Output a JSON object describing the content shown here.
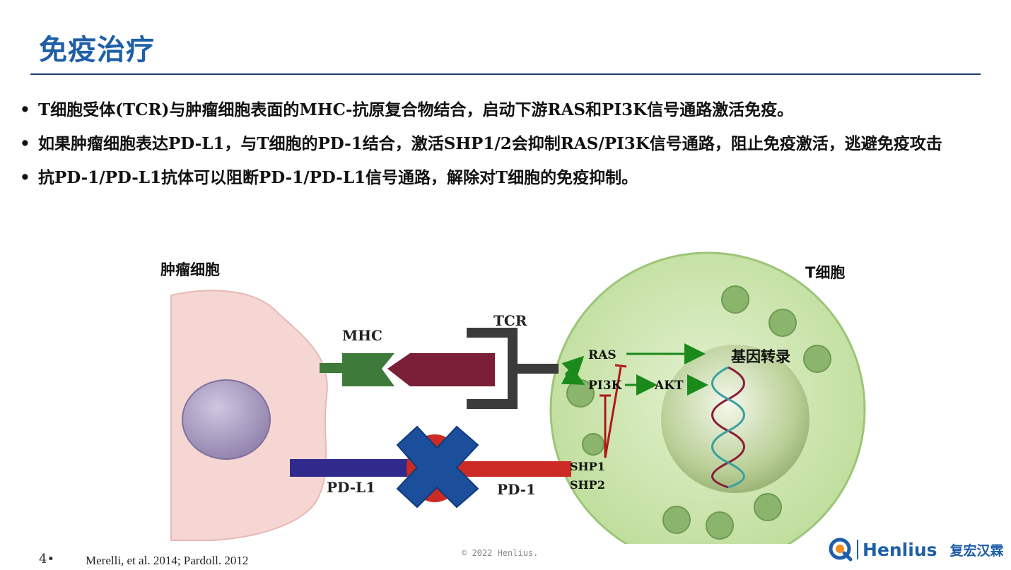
{
  "slide": {
    "title": "免疫治疗",
    "bullet_symbol": "•",
    "bullets": [
      "T细胞受体(TCR)与肿瘤细胞表面的MHC-抗原复合物结合，启动下游RAS和PI3K信号通路激活免疫。",
      "如果肿瘤细胞表达PD-L1，与T细胞的PD-1结合，激活SHP1/2会抑制RAS/PI3K信号通路，阻止免疫激活，逃避免疫攻击",
      "抗PD-1/PD-L1抗体可以阻断PD-1/PD-L1信号通路，解除对T细胞的免疫抑制。"
    ]
  },
  "diagram": {
    "tumor_cell_label": "肿瘤细胞",
    "t_cell_label": "T细胞",
    "mhc_label": "MHC",
    "tcr_label": "TCR",
    "pdl1_label": "PD-L1",
    "pd1_label": "PD-1",
    "ras_label": "RAS",
    "pi3k_label": "PI3K",
    "akt_label": "AKT",
    "gene_transcription_label": "基因转录",
    "shp1_label": "SHP1",
    "shp2_label": "SHP2",
    "colors": {
      "tumor_cell": "#f6d6d3",
      "tumor_nucleus": "#a89bc0",
      "t_cell": "#c5e0a5",
      "mhc": "#3e7b3a",
      "antigen": "#7a1f37",
      "tcr": "#3b3b3b",
      "pdl1": "#2f2a8c",
      "pd1": "#cc2b25",
      "blocker": "#1b4f9c",
      "arrow_green": "#1a8a1a",
      "inhibit_red": "#b01818"
    }
  },
  "footer": {
    "page_number": "4",
    "page_bullet": "•",
    "reference": "Merelli, et al. 2014; Pardoll. 2012",
    "copyright": "© 2022 Henlius.",
    "logo_text": "Henlius",
    "logo_cn": "复宏汉霖"
  }
}
